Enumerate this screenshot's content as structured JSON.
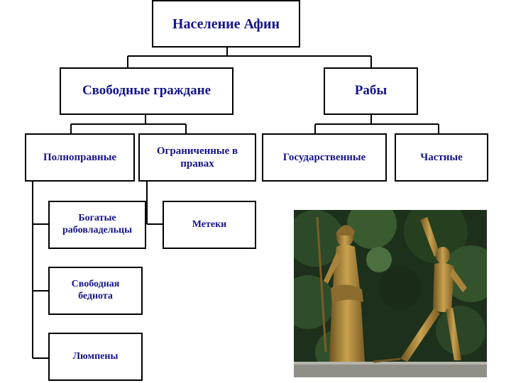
{
  "diagram": {
    "root": "Население Афин",
    "free_citizens": "Свободные граждане",
    "slaves": "Рабы",
    "full_rights": "Полноправные",
    "limited_rights": "Ограниченные в правах",
    "state_slaves": "Государственные",
    "private_slaves": "Частные",
    "rich_owners": "Богатые рабовладельцы",
    "metics": "Метеки",
    "free_poor": "Свободная беднота",
    "lumpen": "Люмпены"
  },
  "photo": {
    "subject": "bronze statues of Athena and Marsyas in a park",
    "colors": {
      "foliage": "#1e3a1c",
      "bronze": "#b08a3e",
      "pedestal": "#9a9a94"
    }
  }
}
